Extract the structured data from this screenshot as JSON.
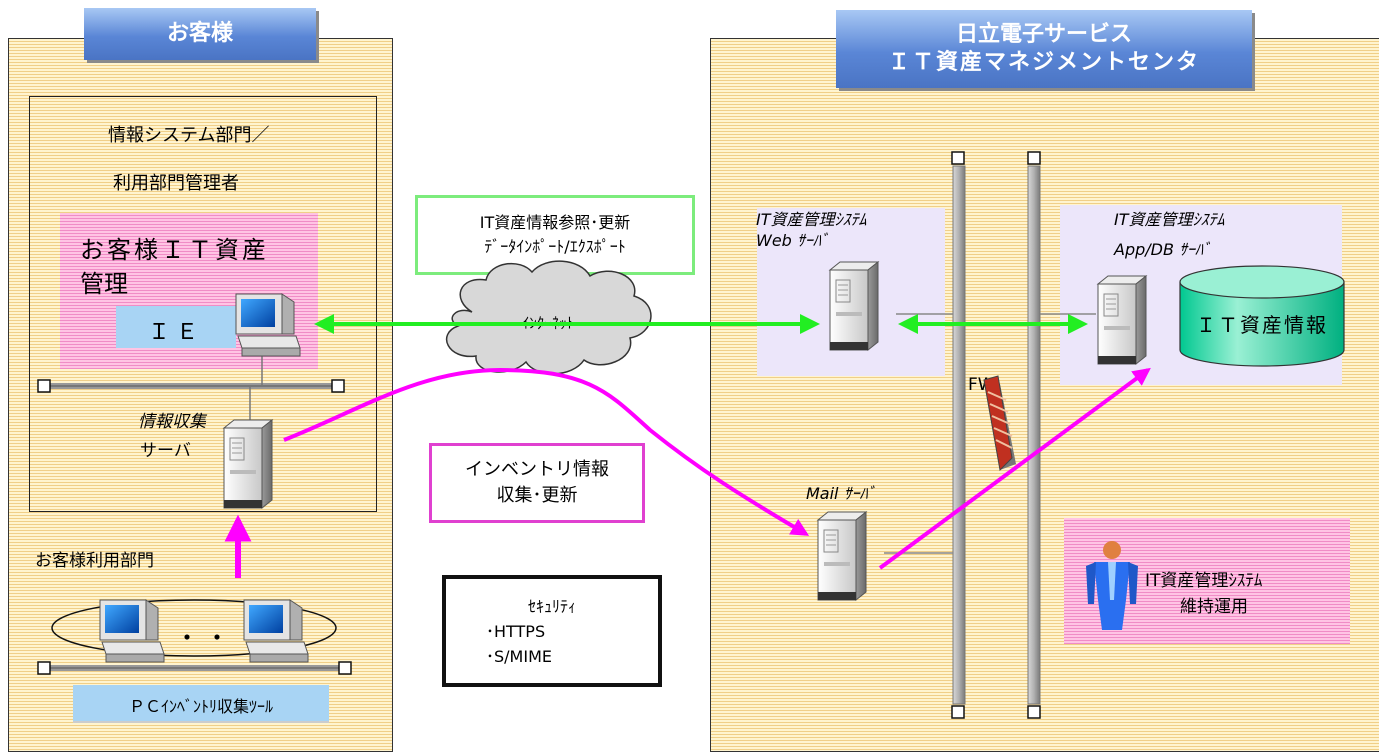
{
  "customer": {
    "title": "お客様",
    "dept_line1": "情報システム部門／",
    "dept_line2": "利用部門管理者",
    "itam_line1": "お客様ＩＴ資産",
    "itam_line2": "管理",
    "ie_label": "ＩＥ",
    "collect_server_line1": "情報収集",
    "collect_server_line2": "サーバ",
    "user_dept": "お客様利用部門",
    "dots": "・・・",
    "pc_tool": "ＰＣｲﾝﾍﾞﾝﾄﾘ収集ﾂｰﾙ"
  },
  "center": {
    "title_line1": "日立電子サービス",
    "title_line2": "ＩＴ資産マネジメントセンタ",
    "web_server_line1": "IT資産管理ｼｽﾃﾑ",
    "web_server_line2": "Web ｻｰﾊﾞ",
    "app_server_line1": "IT資産管理ｼｽﾃﾑ",
    "app_server_line2": "App/DB ｻｰﾊﾞ",
    "db_label": "ＩＴ資産情報",
    "fw_label": "FW",
    "mail_server": "Mail ｻｰﾊﾞ",
    "ops_line1": "IT資産管理ｼｽﾃﾑ",
    "ops_line2": "維持運用"
  },
  "middle": {
    "ref_line1": "IT資産情報参照･更新",
    "ref_line2": "ﾃﾞｰﾀｲﾝﾎﾟｰﾄ/ｴｸｽﾎﾟｰﾄ",
    "internet": "ｲﾝﾀｰﾈｯﾄ",
    "inventory_line1": "インベントリ情報",
    "inventory_line2": "収集･更新",
    "security_title": "ｾｷｭﾘﾃｨ",
    "security_item1": "･HTTPS",
    "security_item2": "･S/MIME"
  },
  "colors": {
    "green_arrow": "#22ee22",
    "magenta_arrow": "#ff00ff",
    "panel_stripe": "#f0cf88",
    "title_blue": "#5a86d6",
    "db_green": "#00d8a0"
  }
}
